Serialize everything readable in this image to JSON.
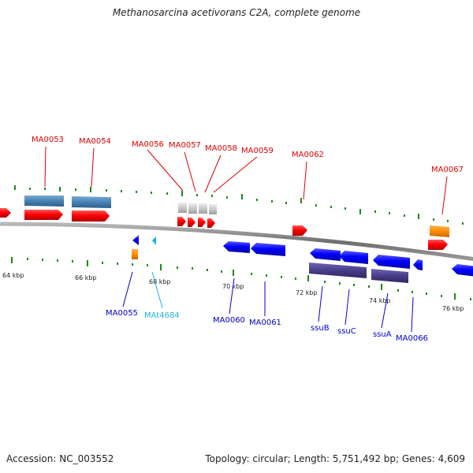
{
  "header": {
    "title": "Methanosarcina acetivorans C2A, complete genome"
  },
  "footer": {
    "accession": "Accession: NC_003552",
    "stats": "Topology: circular; Length: 5,751,492 bp; Genes: 4,609"
  },
  "colors": {
    "forward": "#ff0000",
    "reverse": "#0000ff",
    "gray_feature": "#c8c8c8",
    "steel_feature": "#4682b4",
    "orange_feature": "#ff8c00",
    "purple_feature": "#483d8b",
    "cyan_label": "#20b0e0",
    "tick": "#1a8a1a",
    "backbone": "#7a7a7a"
  },
  "ruler": {
    "labels": [
      "64 kbp",
      "66 kbp",
      "68 kbp",
      "70 kbp",
      "72 kbp",
      "74 kbp",
      "76 kbp"
    ]
  },
  "gene_labels": {
    "top": [
      "MA0053",
      "MA0054",
      "MA0056",
      "MA0057",
      "MA0058",
      "MA0059",
      "MA0062",
      "MA0067"
    ],
    "bottom": [
      "MA0055",
      "MAt4684",
      "MA0060",
      "MA0061",
      "ssuB",
      "ssuC",
      "ssuA",
      "MA0066"
    ]
  }
}
